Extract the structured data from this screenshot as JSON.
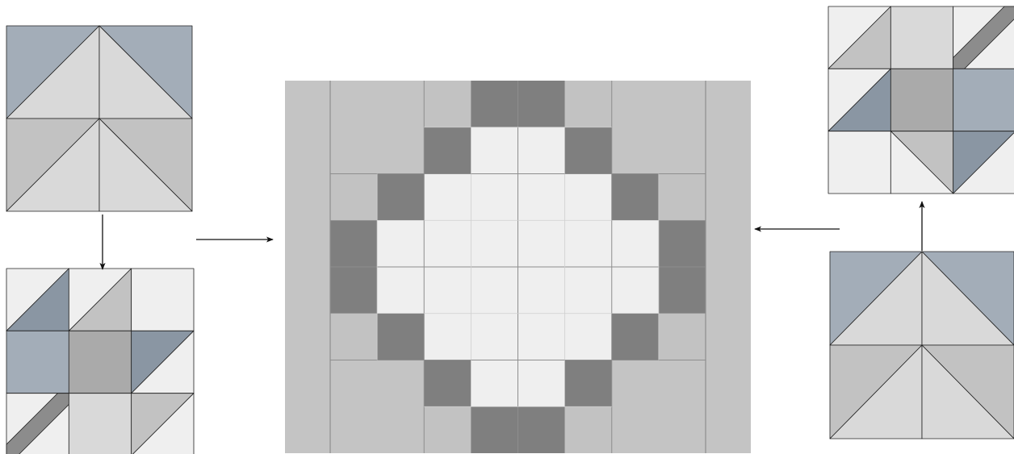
{
  "colors": {
    "background": "#ffffff",
    "blue_gray": "#a3adb8",
    "slate": "#8a96a3",
    "light_gray": "#d9d9d9",
    "mid_gray": "#c2c2c2",
    "med_gray": "#aaaaaa",
    "dark_gray": "#7f7f7f",
    "stripe": "#8c8c8c",
    "near_white": "#efefef",
    "sash": "#c4c4c4",
    "seam": "#222222",
    "grid": "#8e8e8e",
    "arrow": "#111111"
  },
  "blocks": [
    {
      "id": "flying-geese-left",
      "kind": "flying-geese"
    },
    {
      "id": "maple-leaf-left",
      "kind": "maple-leaf"
    },
    {
      "id": "center-medallion",
      "kind": "medallion"
    },
    {
      "id": "maple-leaf-right",
      "kind": "maple-leaf"
    },
    {
      "id": "flying-geese-right",
      "kind": "flying-geese"
    }
  ],
  "arrows": [
    {
      "id": "arrow-down-left",
      "direction": "down"
    },
    {
      "id": "arrow-right-to-center",
      "direction": "right"
    },
    {
      "id": "arrow-left-to-center",
      "direction": "left"
    },
    {
      "id": "arrow-up-right",
      "direction": "up"
    }
  ]
}
